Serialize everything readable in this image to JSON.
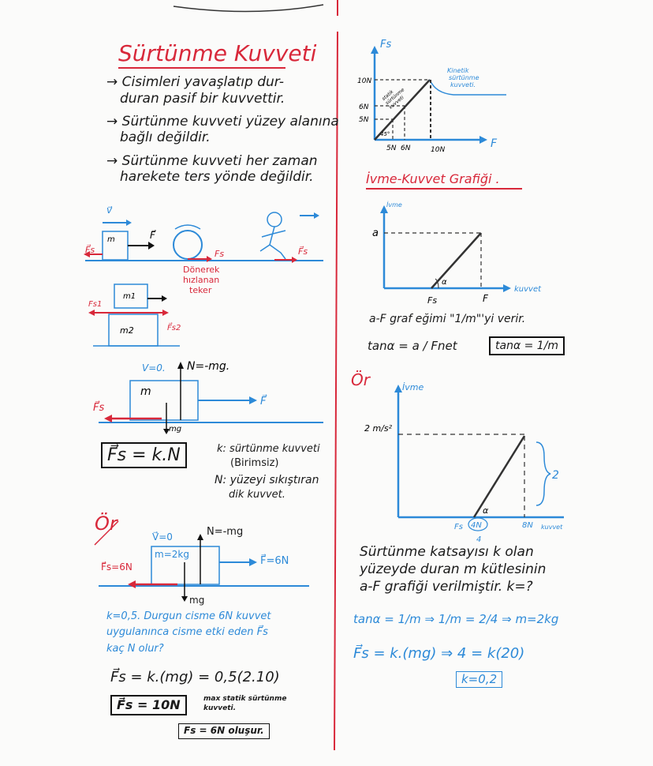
{
  "left": {
    "title": "Sürtünme Kuvveti",
    "bullets": [
      "→ Cisimleri yavaşlatıp dur-",
      "duran pasif bir kuvvettir.",
      "→ Sürtünme kuvveti yüzey alanına",
      "bağlı değildir.",
      "→ Sürtünme kuvveti her zaman",
      "harekete ters yönde değildir."
    ],
    "diagram1": {
      "v": "v⃗",
      "m": "m",
      "f": "F⃗",
      "fs1": "F⃗s",
      "fs2": "Fs",
      "fs3": "F⃗s",
      "wheel_note": [
        "Dönerek",
        "hızlanan",
        "teker"
      ]
    },
    "diagram2": {
      "m1": "m1",
      "m2": "m2",
      "fs1": "Fs1",
      "fs2": "F⃗s2"
    },
    "diagram3": {
      "v0": "V=0.",
      "n": "N=-mg.",
      "m": "m",
      "fs": "F⃗s",
      "f": "F⃗",
      "mg": "mg"
    },
    "formula": "F⃗s = k.N",
    "k_note": [
      "k: sürtünme kuvveti",
      "(Birimsiz)"
    ],
    "n_note": [
      "N: yüzeyi sıkıştıran",
      "dik kuvvet."
    ],
    "example": {
      "label": "Ör",
      "v0": "V⃗=0",
      "n": "N=-mg",
      "m": "m=2kg",
      "fs": "F⃗s=6N",
      "f": "F⃗=6N",
      "mg": "mg",
      "question": [
        "k=0,5. Durgun cisme 6N kuvvet",
        "uygulanınca cisme etki eden F⃗s",
        "kaç N olur?"
      ],
      "solution": "F⃗s = k.(mg) = 0,5(2.10)",
      "answer_box": "F⃗s = 10N",
      "answer_note": [
        "max statik sürtünme",
        "kuvveti."
      ],
      "result": "Fs = 6N oluşur."
    }
  },
  "right": {
    "chart1": {
      "y_label": "Fs",
      "x_label": "F",
      "y_ticks": [
        "10N",
        "6N",
        "5N"
      ],
      "x_ticks": [
        "5N",
        "6N",
        "10N"
      ],
      "angle": "45°",
      "static_label": [
        "statik",
        "sürtünme",
        "kuvveti"
      ],
      "kinetic_label": [
        "Kinetik",
        "sürtünme",
        "kuvveti."
      ]
    },
    "section_title": "İvme-Kuvvet Grafiği .",
    "chart2": {
      "y_label": "İvme",
      "x_label": "kuvvet",
      "a": "a",
      "fs": "Fs",
      "f": "F",
      "alpha": "α"
    },
    "slope_note": "a-F graf eğimi \"1/m\"'yi verir.",
    "tan_eq": "tanα = a / Fnet",
    "tan_box": "tanα = 1/m",
    "example_label": "Ör",
    "chart3": {
      "y_label": "İvme",
      "y_tick": "2 m/s²",
      "x_tick1": "4N",
      "x_tick1_sub": "4",
      "x_tick2": "8N",
      "x_label": "kuvvet",
      "fs": "Fs",
      "alpha": "α",
      "rise": "2"
    },
    "problem": [
      "Sürtünme katsayısı k olan",
      "yüzeyde duran m kütlesinin",
      "a-F grafiği verilmiştir. k=?"
    ],
    "sol1": "tanα = 1/m ⇒ 1/m = 2/4 ⇒ m=2kg",
    "sol2": "F⃗s = k.(mg) ⇒ 4 = k(20)",
    "sol_box": "k=0,2"
  },
  "colors": {
    "red": "#d8283a",
    "blue": "#2d8ad8",
    "ink": "#1a1a1a"
  }
}
